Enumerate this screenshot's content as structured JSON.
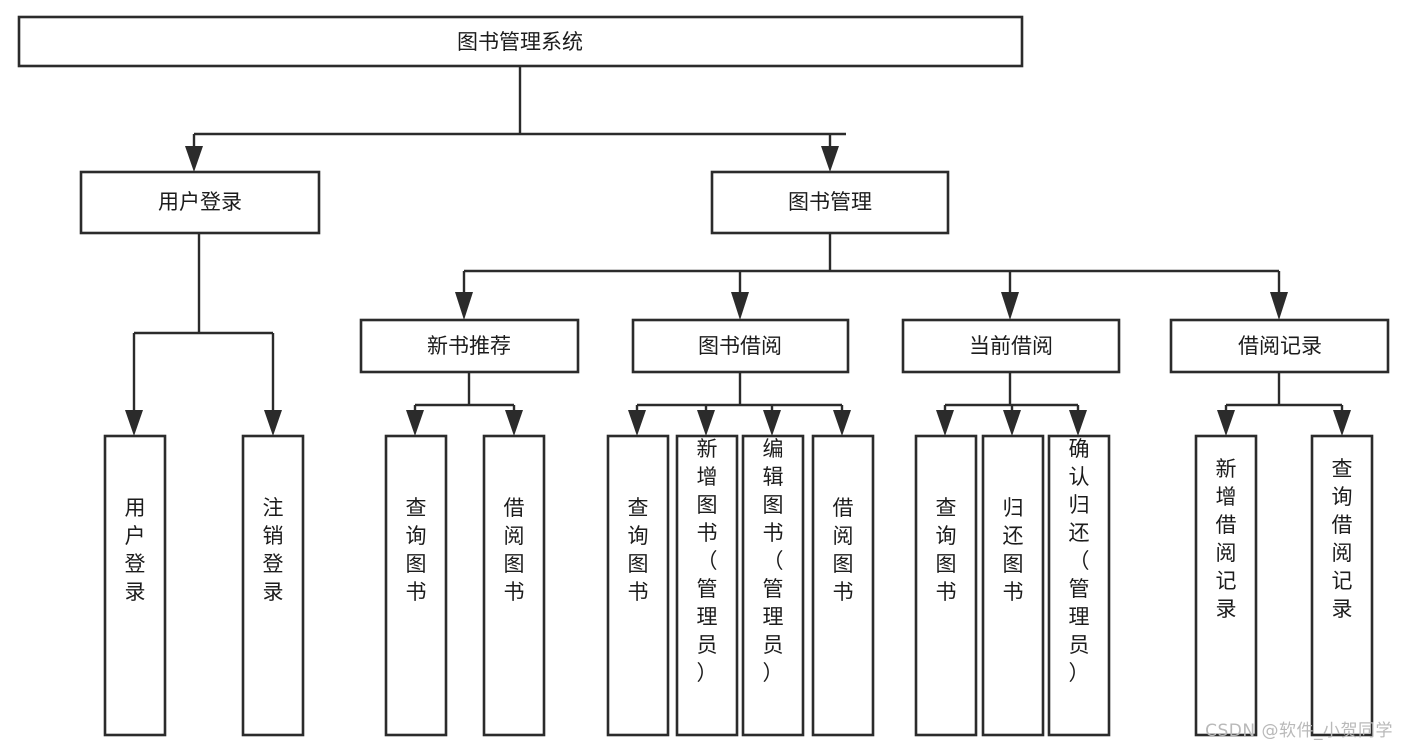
{
  "diagram": {
    "type": "tree-hierarchy",
    "title": "图书管理系统",
    "orientation": "top-down",
    "colors": {
      "box_fill": "#ffffff",
      "box_stroke": "#2b2b2b",
      "connector": "#2b2b2b",
      "text": "#1c1c1c",
      "background": "#ffffff",
      "watermark": "#b9b9b9"
    },
    "root": {
      "label": "图书管理系统"
    },
    "level2": [
      {
        "label": "用户登录"
      },
      {
        "label": "图书管理"
      }
    ],
    "level3": [
      {
        "label": "新书推荐"
      },
      {
        "label": "图书借阅"
      },
      {
        "label": "当前借阅"
      },
      {
        "label": "借阅记录"
      }
    ],
    "leaves": {
      "user_login": [
        {
          "label": "用户登录"
        },
        {
          "label": "注销登录"
        }
      ],
      "new_book_recommend": [
        {
          "label": "查询图书"
        },
        {
          "label": "借阅图书"
        }
      ],
      "book_borrow": [
        {
          "label": "查询图书"
        },
        {
          "label": "新增图书（管理员）"
        },
        {
          "label": "编辑图书（管理员）"
        },
        {
          "label": "借阅图书"
        }
      ],
      "current_borrow": [
        {
          "label": "查询图书"
        },
        {
          "label": "归还图书"
        },
        {
          "label": "确认归还（管理员）"
        }
      ],
      "borrow_record": [
        {
          "label": "新增借阅记录"
        },
        {
          "label": "查询借阅记录"
        }
      ]
    }
  },
  "watermark": {
    "text": "CSDN @软件_小贺同学"
  }
}
